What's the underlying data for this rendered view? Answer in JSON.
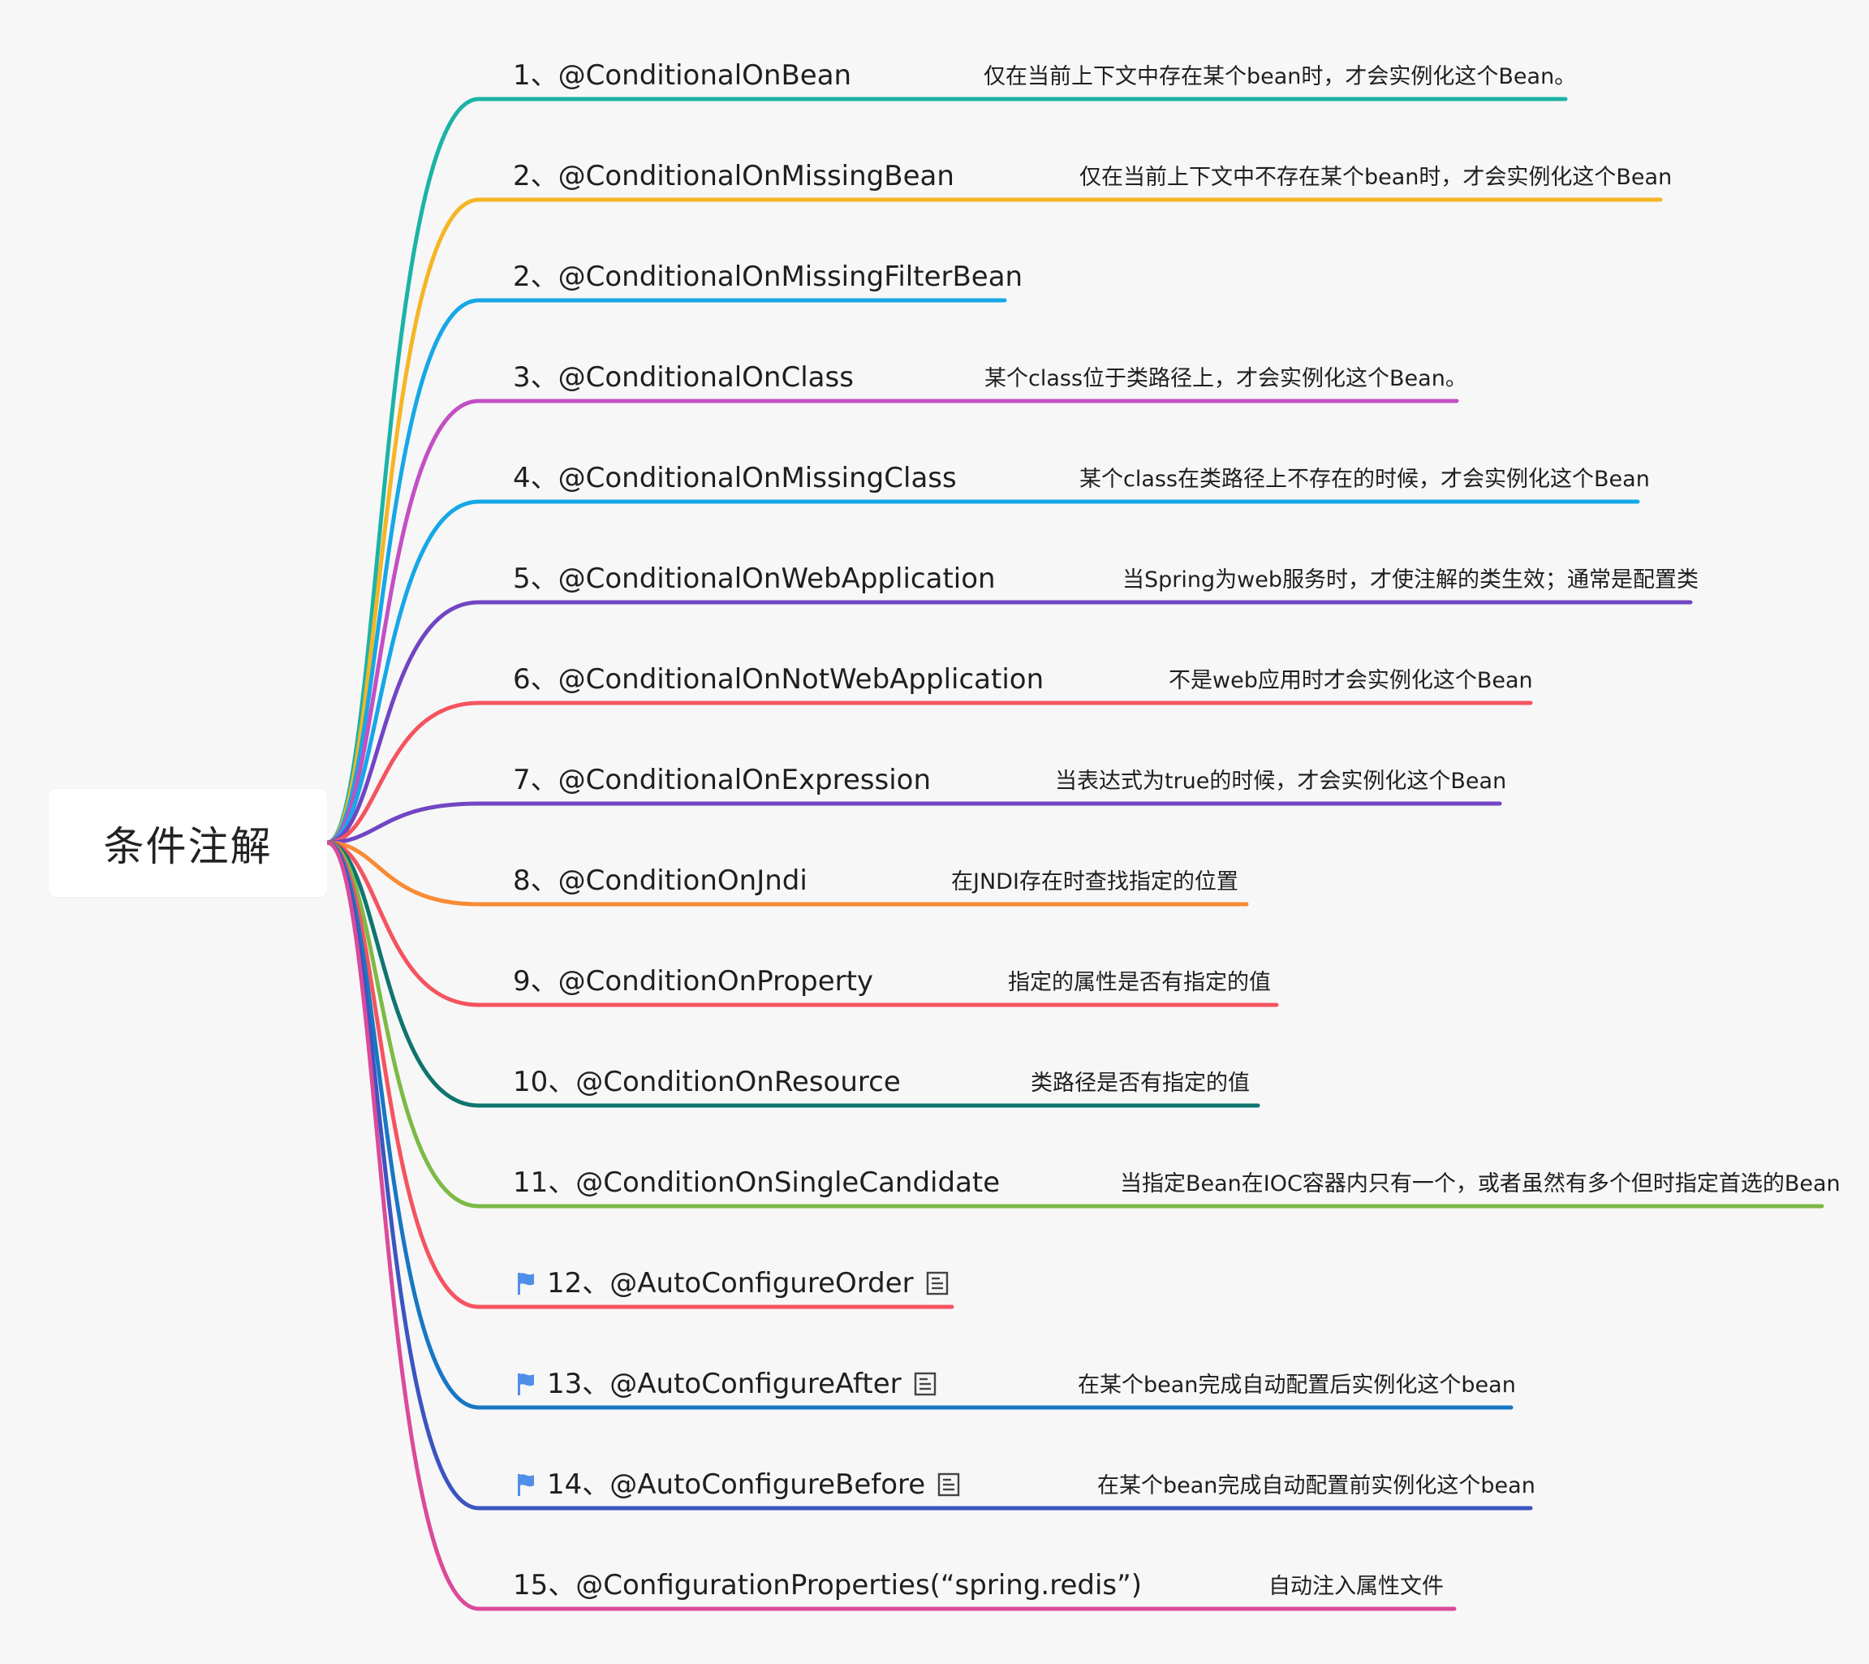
{
  "root": {
    "label": "条件注解"
  },
  "branches": [
    {
      "topic": "1、@ConditionalOnBean",
      "note": "仅在当前上下文中存在某个bean时，才会实例化这个Bean。",
      "color": "#1bb3a6",
      "flag": false,
      "doc": false
    },
    {
      "topic": "2、@ConditionalOnMissingBean",
      "note": "仅在当前上下文中不存在某个bean时，才会实例化这个Bean",
      "color": "#f5b526",
      "flag": false,
      "doc": false
    },
    {
      "topic": "2、@ConditionalOnMissingFilterBean",
      "note": "",
      "color": "#16a7e6",
      "flag": false,
      "doc": false
    },
    {
      "topic": "3、@ConditionalOnClass",
      "note": "某个class位于类路径上，才会实例化这个Bean。",
      "color": "#c34fc4",
      "flag": false,
      "doc": false
    },
    {
      "topic": "4、@ConditionalOnMissingClass",
      "note": "某个class在类路径上不存在的时候，才会实例化这个Bean",
      "color": "#16a7e6",
      "flag": false,
      "doc": false
    },
    {
      "topic": "5、@ConditionalOnWebApplication",
      "note": "当Spring为web服务时，才使注解的类生效；通常是配置类",
      "color": "#7145c4",
      "flag": false,
      "doc": false
    },
    {
      "topic": "6、@ConditionalOnNotWebApplication",
      "note": "不是web应用时才会实例化这个Bean",
      "color": "#f4545f",
      "flag": false,
      "doc": false
    },
    {
      "topic": "7、@ConditionalOnExpression",
      "note": "当表达式为true的时候，才会实例化这个Bean",
      "color": "#7145c4",
      "flag": false,
      "doc": false
    },
    {
      "topic": "8、@ConditionOnJndi",
      "note": "在JNDI存在时查找指定的位置",
      "color": "#f88b34",
      "flag": false,
      "doc": false
    },
    {
      "topic": "9、@ConditionOnProperty",
      "note": "指定的属性是否有指定的值",
      "color": "#f4545f",
      "flag": false,
      "doc": false
    },
    {
      "topic": "10、@ConditionOnResource",
      "note": "类路径是否有指定的值",
      "color": "#0f7470",
      "flag": false,
      "doc": false
    },
    {
      "topic": "11、@ConditionOnSingleCandidate",
      "note": "当指定Bean在IOC容器内只有一个，或者虽然有多个但时指定首选的Bean",
      "color": "#7cba45",
      "flag": false,
      "doc": false
    },
    {
      "topic": "12、@AutoConfigureOrder",
      "note": "",
      "color": "#f4545f",
      "flag": true,
      "doc": true
    },
    {
      "topic": "13、@AutoConfigureAfter",
      "note": "在某个bean完成自动配置后实例化这个bean",
      "color": "#1877c4",
      "flag": true,
      "doc": true
    },
    {
      "topic": "14、@AutoConfigureBefore",
      "note": "在某个bean完成自动配置前实例化这个bean",
      "color": "#3b55c0",
      "flag": true,
      "doc": true
    },
    {
      "topic": "15、@ConfigurationProperties(“spring.redis”)",
      "note": "自动注入属性文件",
      "color": "#db4a9a",
      "flag": false,
      "doc": false
    }
  ]
}
